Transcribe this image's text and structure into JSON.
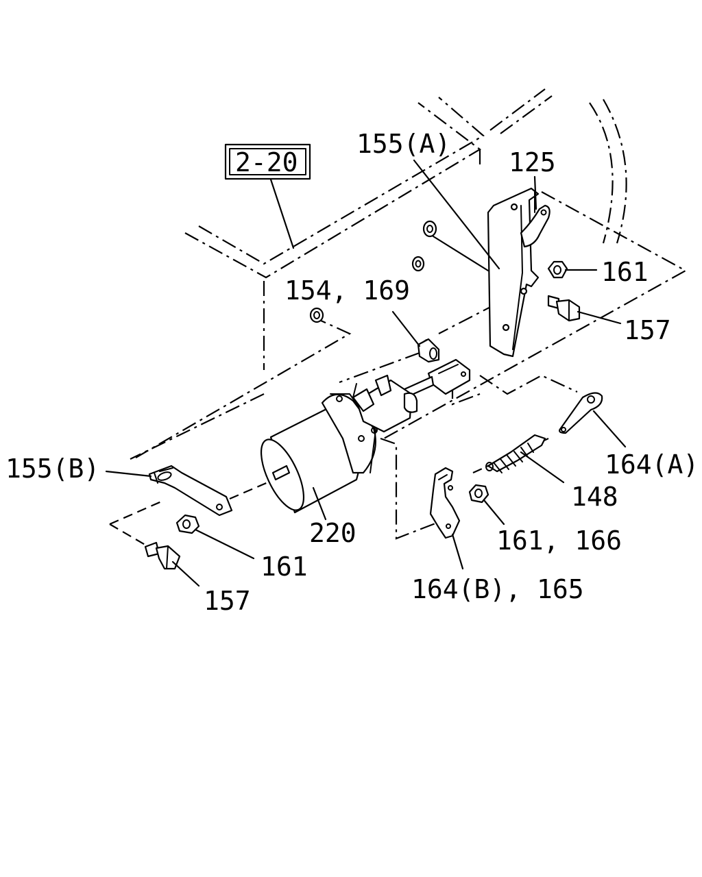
{
  "reference_box": {
    "text": "2-20"
  },
  "labels": {
    "l155a": "155(A)",
    "l125": "125",
    "l161_top": "161",
    "l157_top": "157",
    "l154_169": "154, 169",
    "l155b": "155(B)",
    "l164a": "164(A)",
    "l148": "148",
    "l220": "220",
    "l161_166": "161, 166",
    "l161_bottom": "161",
    "l157_bottom": "157",
    "l164b_165": "164(B), 165"
  },
  "colors": {
    "line": "#000000",
    "background": "#ffffff"
  }
}
